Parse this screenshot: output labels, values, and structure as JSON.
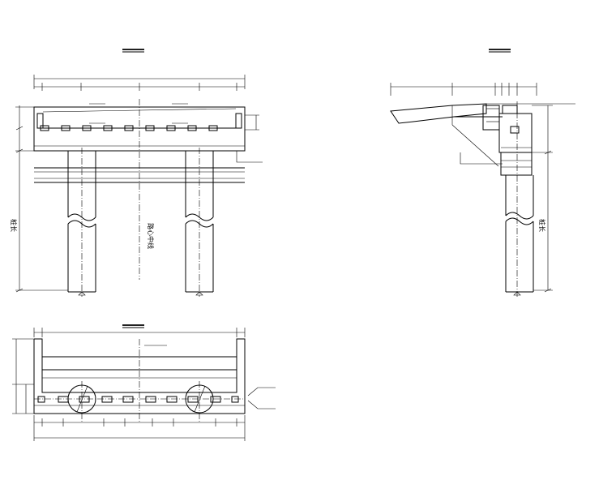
{
  "drawing": {
    "views": [
      {
        "id": "front-elevation"
      },
      {
        "id": "side-elevation"
      },
      {
        "id": "plan-view"
      }
    ],
    "labels": {
      "centerline_text": "路心中线",
      "pile_length_left": "桩长",
      "pile_length_right": "桩长"
    }
  }
}
